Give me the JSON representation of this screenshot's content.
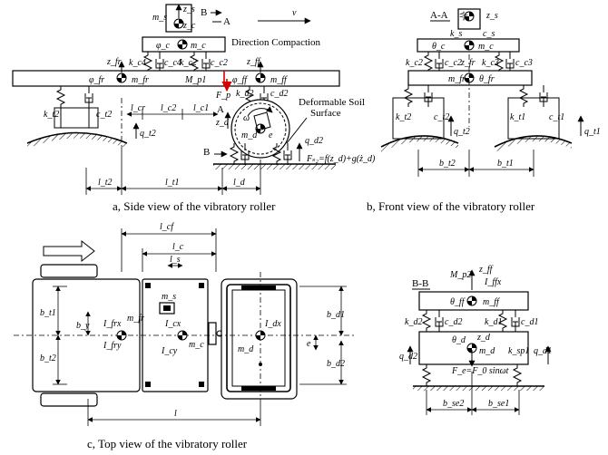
{
  "captions": {
    "side": "a, Side  view of the vibratory roller",
    "front": "b, Front view of the vibratory roller",
    "top": "c, Top view of the vibratory roller"
  },
  "side_view": {
    "direction_label": "Direction Compaction",
    "velocity": "v",
    "section_b": "B",
    "section_a": "A",
    "soil_label_1": "Deformable Soil",
    "soil_label_2": "Surface",
    "force_eq": "Fₛ₂=f(z_d)+g(ż_d)",
    "labels": {
      "ms": "m_s",
      "zs": "z_s",
      "zc": "z_c",
      "mc": "m_c",
      "phic": "φ_c",
      "kc4": "k_c4",
      "cc4": "c_c4",
      "kc2": "k_c2",
      "cc2": "c_c2",
      "zfr": "z_fr",
      "phifr": "φ_fr",
      "mfr": "m_fr",
      "mp1": "M_p1",
      "zff": "z_ff",
      "phiff": "φ_ff",
      "mff": "m_ff",
      "fp": "F_p",
      "kt2": "k_t2",
      "ct2": "c_t2",
      "lcr": "l_cr",
      "lc2": "l_c2",
      "lc1": "l_c1",
      "qt2": "q_t2",
      "kd2": "k_d2",
      "cd2": "c_d2",
      "zd": "z_d",
      "omega": "ω",
      "md": "m_d",
      "ec": "e",
      "qd2": "q_d2",
      "lt2": "l_t2",
      "lt1": "l_t1",
      "ld": "l_d"
    }
  },
  "front_view": {
    "section": "A-A",
    "labels": {
      "zs": "z_s",
      "ks": "k_s",
      "cs": "c_s",
      "thetac": "θ_c",
      "mc": "m_c",
      "kc2": "k_c2",
      "cc2": "c_c2",
      "kc3": "k_c3",
      "cc3": "c_c3",
      "zfr": "z_fr",
      "mfr": "m_fr",
      "thetafr": "θ_fr",
      "kt2": "k_t2",
      "ct2": "c_t2",
      "qt2": "q_t2",
      "kt1": "k_t1",
      "ct1": "c_t1",
      "qt1": "q_t1",
      "bt2": "b_t2",
      "bt1": "b_t1"
    }
  },
  "top_view": {
    "labels": {
      "lcf": "l_cf",
      "lc": "l_c",
      "ls": "l_s",
      "ms": "m_s",
      "bt1": "b_t1",
      "bt2": "b_t2",
      "by": "b_y",
      "ifrx": "I_frx",
      "ifry": "I_fry",
      "mfr": "m_fr",
      "icx": "I_cx",
      "icy": "I_cy",
      "mc": "m_c",
      "idx": "I_dx",
      "md": "m_d",
      "bd1": "b_d1",
      "bd2": "b_d2",
      "e": "e",
      "l": "l"
    }
  },
  "section_bb": {
    "section": "B-B",
    "labels": {
      "mp2": "M_p2",
      "zff": "z_ff",
      "iffx": "I_ffx",
      "thetaff": "θ_ff",
      "mff": "m_ff",
      "kd2": "k_d2",
      "cd2": "c_d2",
      "kd1": "k_d1",
      "cd1": "c_d1",
      "thetad": "θ_d",
      "zd": "z_d",
      "md": "m_d",
      "qd2": "q_d2",
      "qd1": "q_d1",
      "ksp1": "k_sp1",
      "force": "F_e=F_0 sinωt",
      "bse2": "b_se2",
      "bse1": "b_se1"
    }
  }
}
